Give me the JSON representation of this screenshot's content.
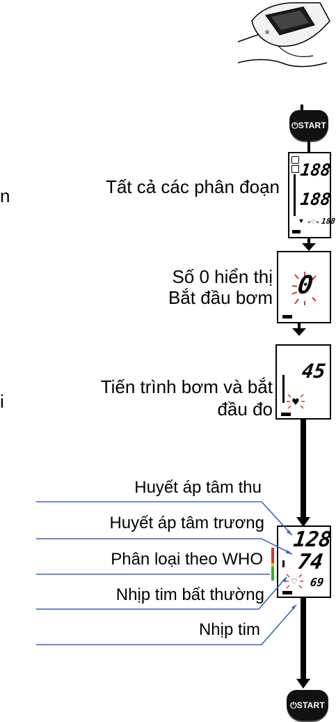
{
  "start_button": {
    "icon": "power-icon",
    "label": "START"
  },
  "steps": {
    "all_segments": "Tất cả các phân đoạn",
    "zero_line1": "Số 0 hiển thị",
    "zero_line2": "Bắt đầu bơm",
    "progress_line1": "Tiến trình bơm và bắt",
    "progress_line2": "đầu đo"
  },
  "results": {
    "systolic": "Huyết áp tâm thu",
    "diastolic": "Huyết áp tâm trương",
    "who": "Phân loại theo WHO",
    "irregular": "Nhịp tim bất thường",
    "pulse": "Nhịp tim"
  },
  "displays": {
    "all_top": "188",
    "all_mid": "188",
    "all_small": "188",
    "zero": "0",
    "inflate": "45",
    "sys": "128",
    "dia": "74",
    "pulse": "69"
  },
  "cutoff": {
    "left_n": "n",
    "left_i": "i"
  },
  "colors": {
    "accent_line": "#3a62c7",
    "who_red": "#d33a2c",
    "who_green": "#3aa83a",
    "who_yellow": "#e0c020"
  }
}
